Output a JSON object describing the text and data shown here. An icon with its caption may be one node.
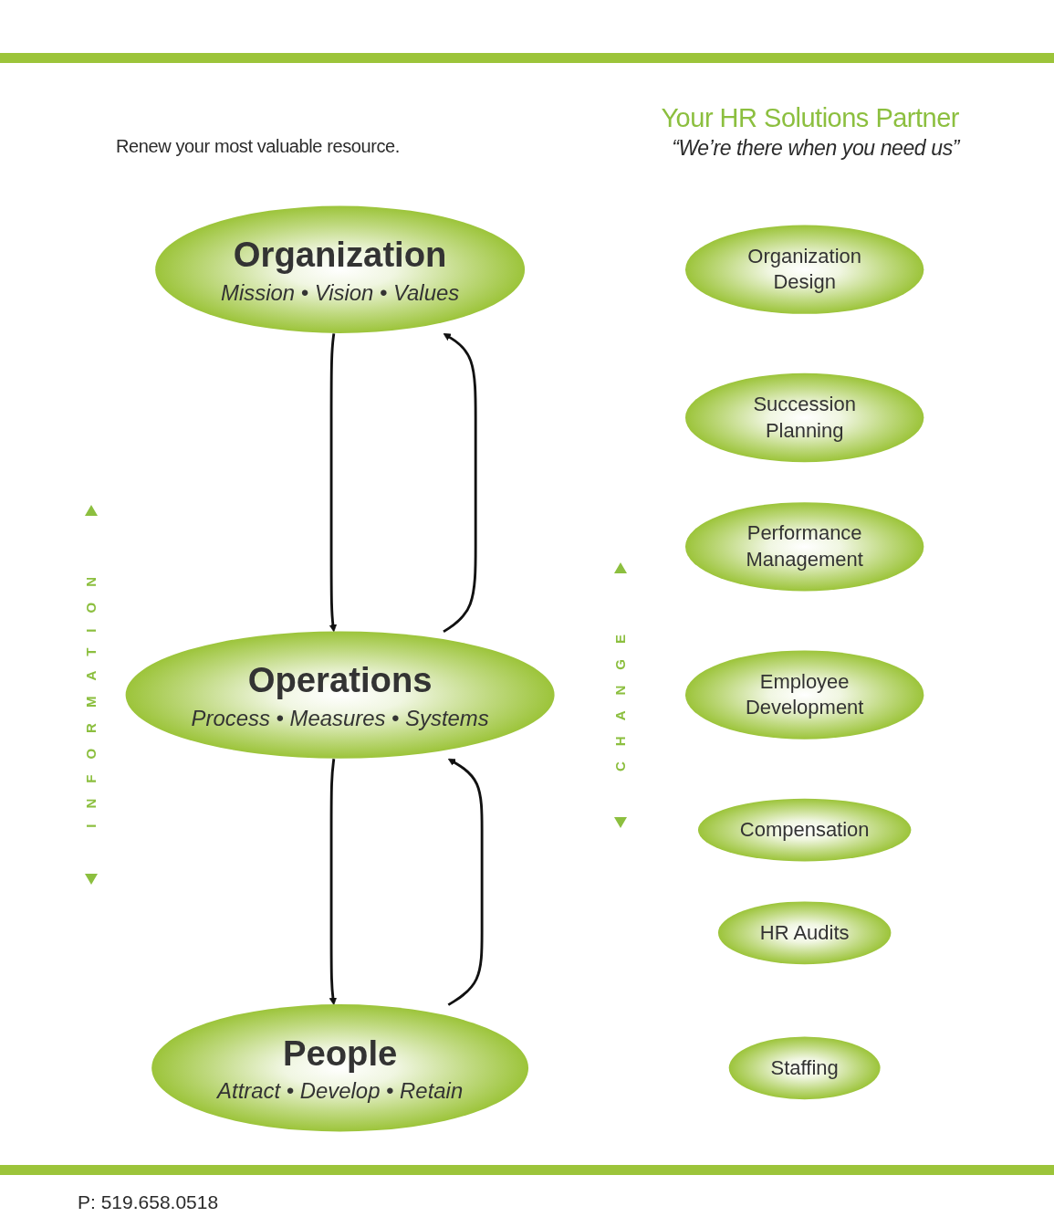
{
  "diagram": {
    "nodes": [
      {
        "text": [
          "Organization",
          "Mission • Vision • Values"
        ]
      },
      {
        "text": [
          "Operations",
          "Process • Measures • Systems"
        ]
      },
      {
        "text": [
          "People",
          "Attract • Develop • Retain"
        ]
      },
      {
        "text": [
          "Organization Design"
        ]
      },
      {
        "text": [
          "Succession Planning"
        ]
      },
      {
        "text": [
          "Performance Management"
        ]
      },
      {
        "text": [
          "Employee Development"
        ]
      },
      {
        "text": [
          "Compensation"
        ]
      },
      {
        "text": [
          "HR Audits"
        ]
      },
      {
        "text": [
          "Staffing"
        ]
      }
    ],
    "edges": [
      {
        "from": 1,
        "to": 0,
        "arrow": "to"
      },
      {
        "from": 0,
        "to": 1,
        "arrow": "to"
      },
      {
        "from": 2,
        "to": 1,
        "arrow": "to"
      },
      {
        "from": 1,
        "to": 2,
        "arrow": "to"
      }
    ],
    "labels": [
      "Renew your most valuable resource.",
      "Your HR Solutions Partner",
      "“We’re there when you need us”",
      "INFORMATION",
      "CHANGE",
      "P: 519.658.0518"
    ]
  }
}
